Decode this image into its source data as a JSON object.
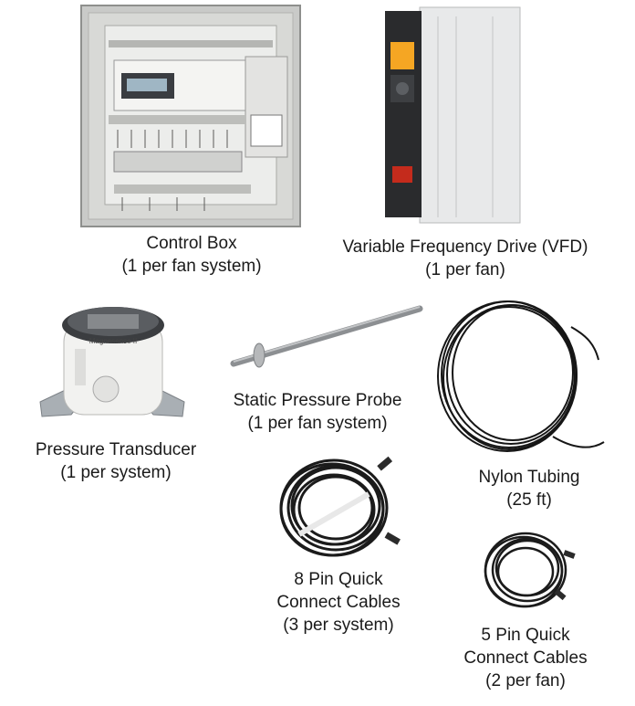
{
  "items": [
    {
      "name": "Control Box",
      "qty": "(1 per fan system)",
      "icon": "control-box-icon"
    },
    {
      "name": "Variable Frequency Drive (VFD)",
      "qty": "(1 per fan)",
      "icon": "vfd-icon"
    },
    {
      "name": "Pressure Transducer",
      "qty": "(1 per system)",
      "icon": "pressure-transducer-icon",
      "display_text": "Magnesense II"
    },
    {
      "name": "Static Pressure Probe",
      "qty": "(1 per fan system)",
      "icon": "static-pressure-probe-icon"
    },
    {
      "name": "Nylon Tubing",
      "qty": "(25 ft)",
      "icon": "nylon-tubing-coil-icon"
    },
    {
      "name": "8 Pin Quick",
      "name2": "Connect Cables",
      "qty": "(3 per system)",
      "icon": "cable-coil-icon"
    },
    {
      "name": "5 Pin Quick",
      "name2": "Connect Cables",
      "qty": "(2 per fan)",
      "icon": "cable-coil-icon"
    }
  ],
  "colors": {
    "text": "#1a1a1a",
    "background": "#ffffff",
    "cable": "#1b1b1b",
    "panel": "#cfd0cf"
  }
}
